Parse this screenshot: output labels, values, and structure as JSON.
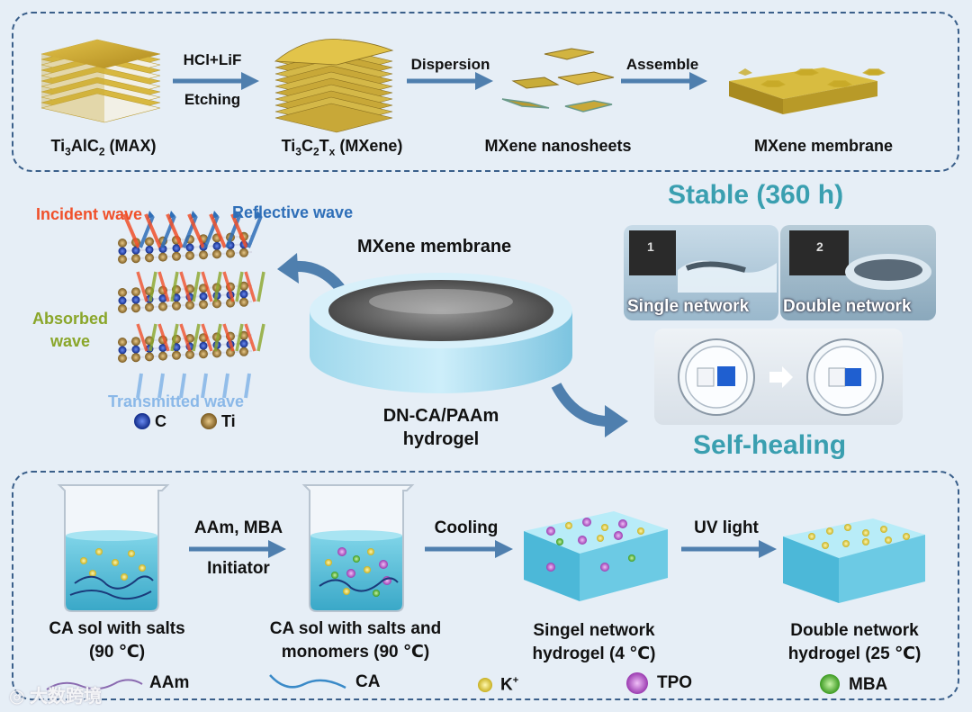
{
  "top_panel": {
    "arrow1_top": "HCl+LiF",
    "arrow1_bottom": "Etching",
    "arrow2": "Dispersion",
    "arrow3": "Assemble",
    "max_label": {
      "a": "Ti",
      "b": "3",
      "c": "AlC",
      "d": "2",
      "e": " (MAX)"
    },
    "mxene_label": {
      "a": "Ti",
      "b": "3",
      "c": "C",
      "d": "2",
      "e": "T",
      "f": "x",
      "g": " (MXene)"
    },
    "nanosheets_label": "MXene nanosheets",
    "membrane_label": "MXene membrane"
  },
  "middle": {
    "incident": "Incident wave",
    "reflective": "Reflective wave",
    "absorbed": "Absorbed\nwave",
    "transmitted": "Transmitted wave",
    "legend_c": "C",
    "legend_ti": "Ti",
    "membrane_title": "MXene membrane",
    "hydrogel_line1": "DN-CA/PAAm",
    "hydrogel_line2": "hydrogel",
    "stable": "Stable  (360 h)",
    "single_network": "Single network",
    "double_network": "Double network",
    "self_healing": "Self-healing",
    "ruler_num1": "1",
    "ruler_num2": "2"
  },
  "bottom_panel": {
    "arrow1_top": "AAm, MBA",
    "arrow1_bottom": "Initiator",
    "arrow2": "Cooling",
    "arrow3": "UV light",
    "step1_line1": "CA sol with salts",
    "step1_line2": "(90 ℃)",
    "step2_line1": "CA sol with salts and",
    "step2_line2": "monomers (90 ℃)",
    "step3_line1": "Singel network",
    "step3_line2": "hydrogel (4 ℃)",
    "step4_line1": "Double network",
    "step4_line2": "hydrogel (25 ℃)",
    "legend": {
      "aam": "AAm",
      "ca": "CA",
      "k_base": "K",
      "k_sup": "+",
      "tpo": "TPO",
      "mba": "MBA"
    }
  },
  "watermark": "大数跨境",
  "colors": {
    "background": "#e6eef6",
    "arrow": "#4f7fae",
    "teal_text": "#3a9fb0",
    "incident": "#f0502a",
    "reflective": "#2f6fb8",
    "absorbed": "#8aa62a",
    "transmitted": "#8ab8e8",
    "carbon": "#1f3fa8",
    "titanium": "#a8823a",
    "k_ion": "#e8d84a",
    "tpo": "#b85ac8",
    "mba": "#5ab83a"
  }
}
